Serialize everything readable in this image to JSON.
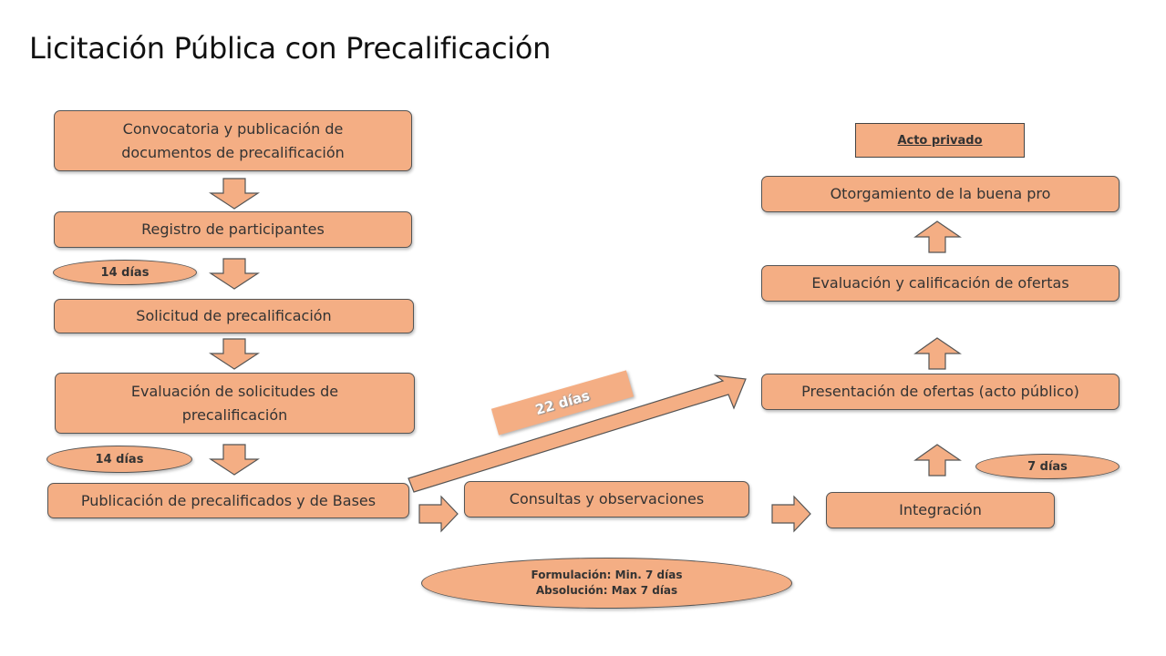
{
  "title": "Licitación Pública con Precalificación",
  "steps": {
    "convocatoria": [
      "Convocatoria y publicación de",
      "documentos de precalificación"
    ],
    "registro": "Registro de participantes",
    "solicitud": "Solicitud de precalificación",
    "evaluacion_solicitudes": [
      "Evaluación de solicitudes de",
      "precalificación"
    ],
    "publicacion": "Publicación de precalificados y de Bases",
    "consultas": "Consultas y observaciones",
    "integracion": "Integración",
    "presentacion": "Presentación de ofertas (acto público)",
    "evaluacion_ofertas": "Evaluación y calificación de ofertas",
    "otorgamiento": "Otorgamiento de la buena pro"
  },
  "labels": {
    "dias_14_a": "14 días",
    "dias_14_b": "14 días",
    "dias_7": "7 días",
    "dias_22": "22 días",
    "formulacion": "Formulación: Min. 7 días",
    "absolucion": "Absolución: Max 7 días",
    "acto_privado": "Acto privado"
  },
  "colors": {
    "fill": "#f4ae84",
    "stroke": "#555555"
  }
}
